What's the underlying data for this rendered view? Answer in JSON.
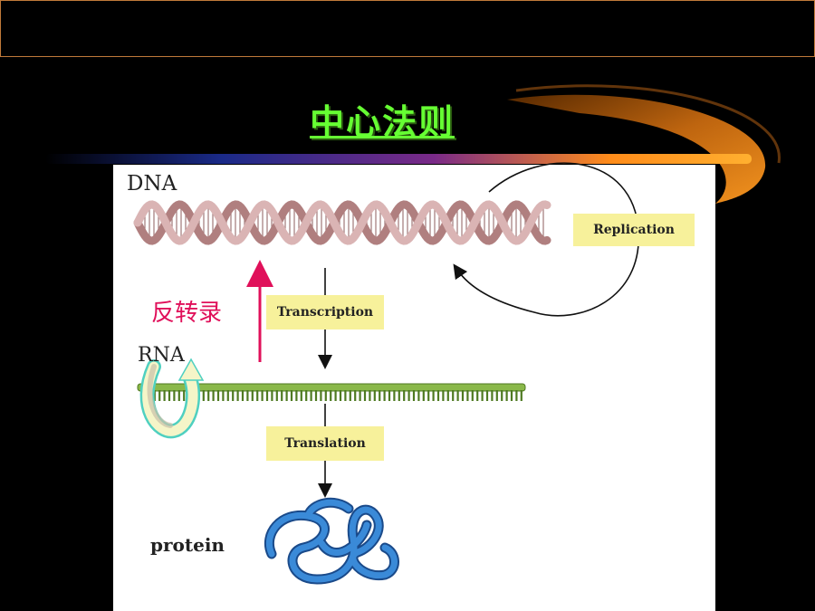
{
  "banner": {
    "text": ""
  },
  "slide": {
    "title": "中心法则"
  },
  "diagram": {
    "dna_label": "DNA",
    "rna_label": "RNA",
    "protein_label": "protein",
    "replication_label": "Replication",
    "transcription_label": "Transcription",
    "translation_label": "Translation",
    "reverse_transcription_label": "反转录"
  },
  "colors": {
    "background": "#000000",
    "title": "#66ff33",
    "reverse_arrow": "#e0105a",
    "label_box": "#f7f19b",
    "rna_strand": "#8ab84a",
    "protein": "#3a8ad8",
    "dna_strand": "#c9a0a0"
  }
}
